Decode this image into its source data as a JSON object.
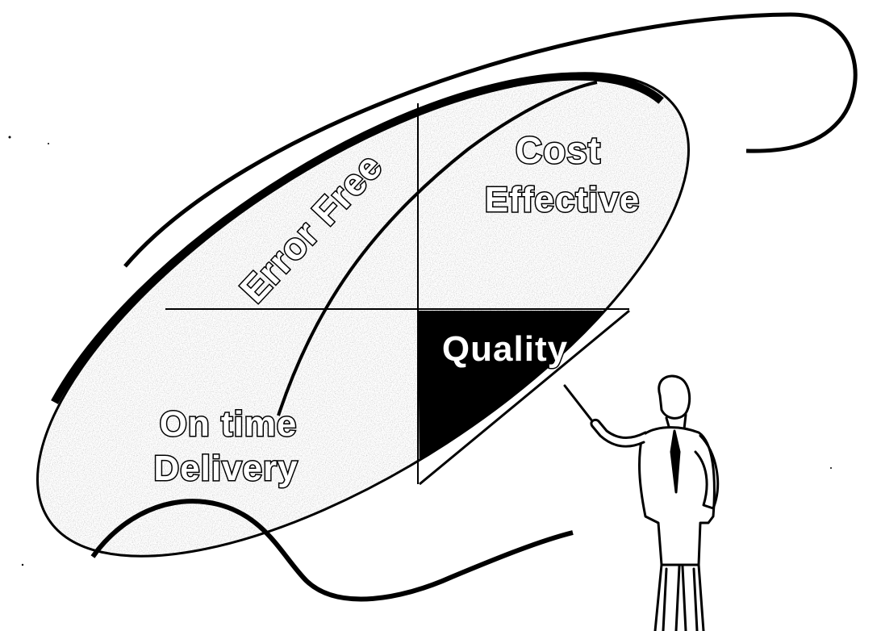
{
  "diagram": {
    "quadrants": [
      {
        "key": "error_free",
        "label": "Error Free"
      },
      {
        "key": "cost_effective",
        "label": [
          "Cost",
          "Effective"
        ]
      },
      {
        "key": "on_time_delivery",
        "label": [
          "On time",
          "Delivery"
        ]
      },
      {
        "key": "quality",
        "label": "Quality",
        "highlighted": true
      }
    ],
    "colors": {
      "outline": "#000000",
      "background": "#ffffff",
      "texture": "#9a9a9a",
      "highlight_fill": "#000000"
    }
  }
}
